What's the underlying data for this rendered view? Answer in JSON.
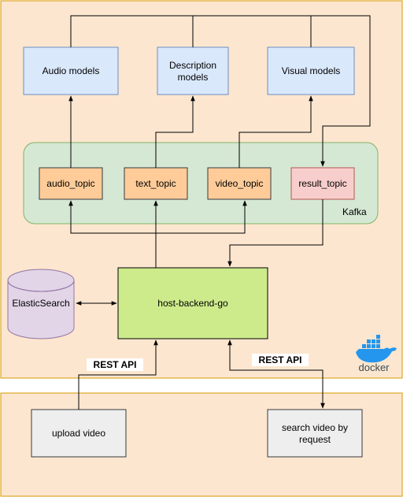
{
  "boxes": {
    "audio_models": "Audio models",
    "description_models_line1": "Description",
    "description_models_line2": "models",
    "visual_models": "Visual models",
    "audio_topic": "audio_topic",
    "text_topic": "text_topic",
    "video_topic": "video_topic",
    "result_topic": "result_topic",
    "kafka": "Kafka",
    "elasticsearch": "ElasticSearch",
    "host_backend": "host-backend-go",
    "upload_video": "upload video",
    "search_video_line1": "search video by",
    "search_video_line2": "request"
  },
  "labels": {
    "rest_api_upload": "REST API",
    "rest_api_search": "REST API",
    "docker": "docker"
  },
  "colors": {
    "container_fill": "#fce6cf",
    "container_border": "#d79b00",
    "model_fill": "#dae8fc",
    "model_border": "#6c8ebf",
    "kafka_fill": "#d5e8d4",
    "kafka_border": "#82b366",
    "topic_fill": "#ffcc99",
    "topic_border": "#36393d",
    "result_fill": "#f8cecc",
    "result_border": "#b85450",
    "backend_fill": "#cdeb8b",
    "elastic_fill": "#e1d5e7",
    "elastic_border": "#9673a6",
    "client_fill": "#eeeeee",
    "docker_blue": "#2496ed"
  },
  "icons": {
    "docker": "docker-whale-icon"
  }
}
